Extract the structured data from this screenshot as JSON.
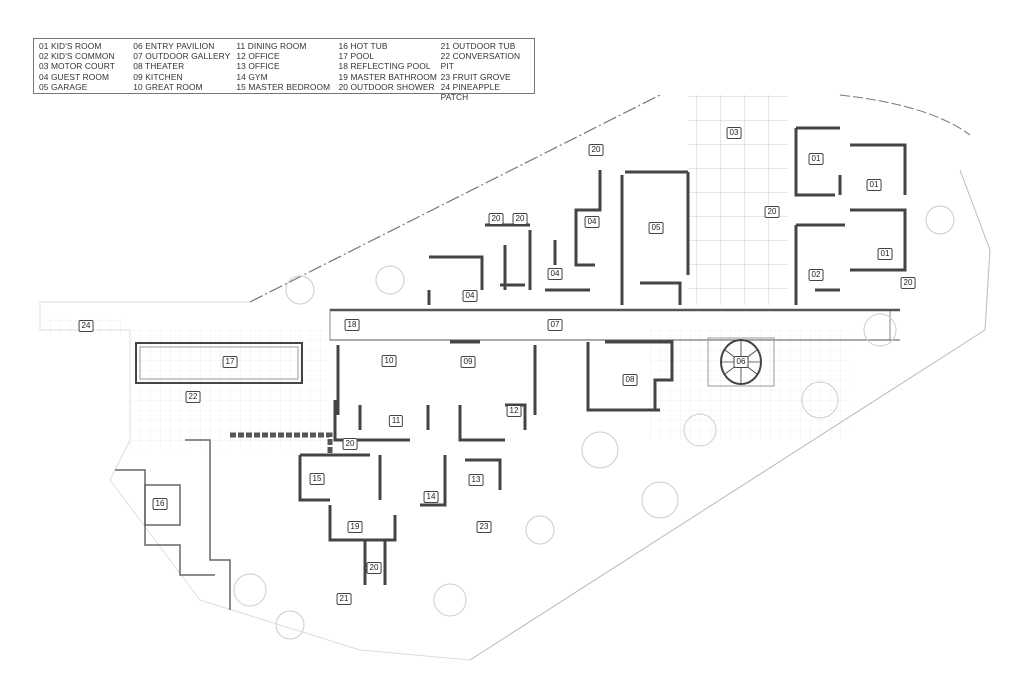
{
  "legend": {
    "columns": [
      [
        "01 KID'S ROOM",
        "02 KID'S COMMON",
        "03 MOTOR COURT",
        "04 GUEST ROOM",
        "05 GARAGE"
      ],
      [
        "06 ENTRY PAVILION",
        "07 OUTDOOR GALLERY",
        "08 THEATER",
        "09 KITCHEN",
        "10 GREAT ROOM"
      ],
      [
        "11 DINING ROOM",
        "12 OFFICE",
        "13 OFFICE",
        "14 GYM",
        "15 MASTER BEDROOM"
      ],
      [
        "16 HOT TUB",
        "17 POOL",
        "18 REFLECTING POOL",
        "19 MASTER BATHROOM",
        "20 OUTDOOR SHOWER"
      ],
      [
        "21 OUTDOOR TUB",
        "22 CONVERSATION PIT",
        "23 FRUIT GROVE",
        "24 PINEAPPLE PATCH"
      ]
    ]
  },
  "plan": {
    "tags": [
      "03",
      "01",
      "01",
      "20",
      "20",
      "20",
      "04",
      "05",
      "20",
      "01",
      "02",
      "20",
      "04",
      "04",
      "24",
      "18",
      "07",
      "17",
      "10",
      "09",
      "08",
      "06",
      "22",
      "11",
      "12",
      "20",
      "15",
      "14",
      "13",
      "16",
      "19",
      "23",
      "20",
      "21"
    ]
  }
}
